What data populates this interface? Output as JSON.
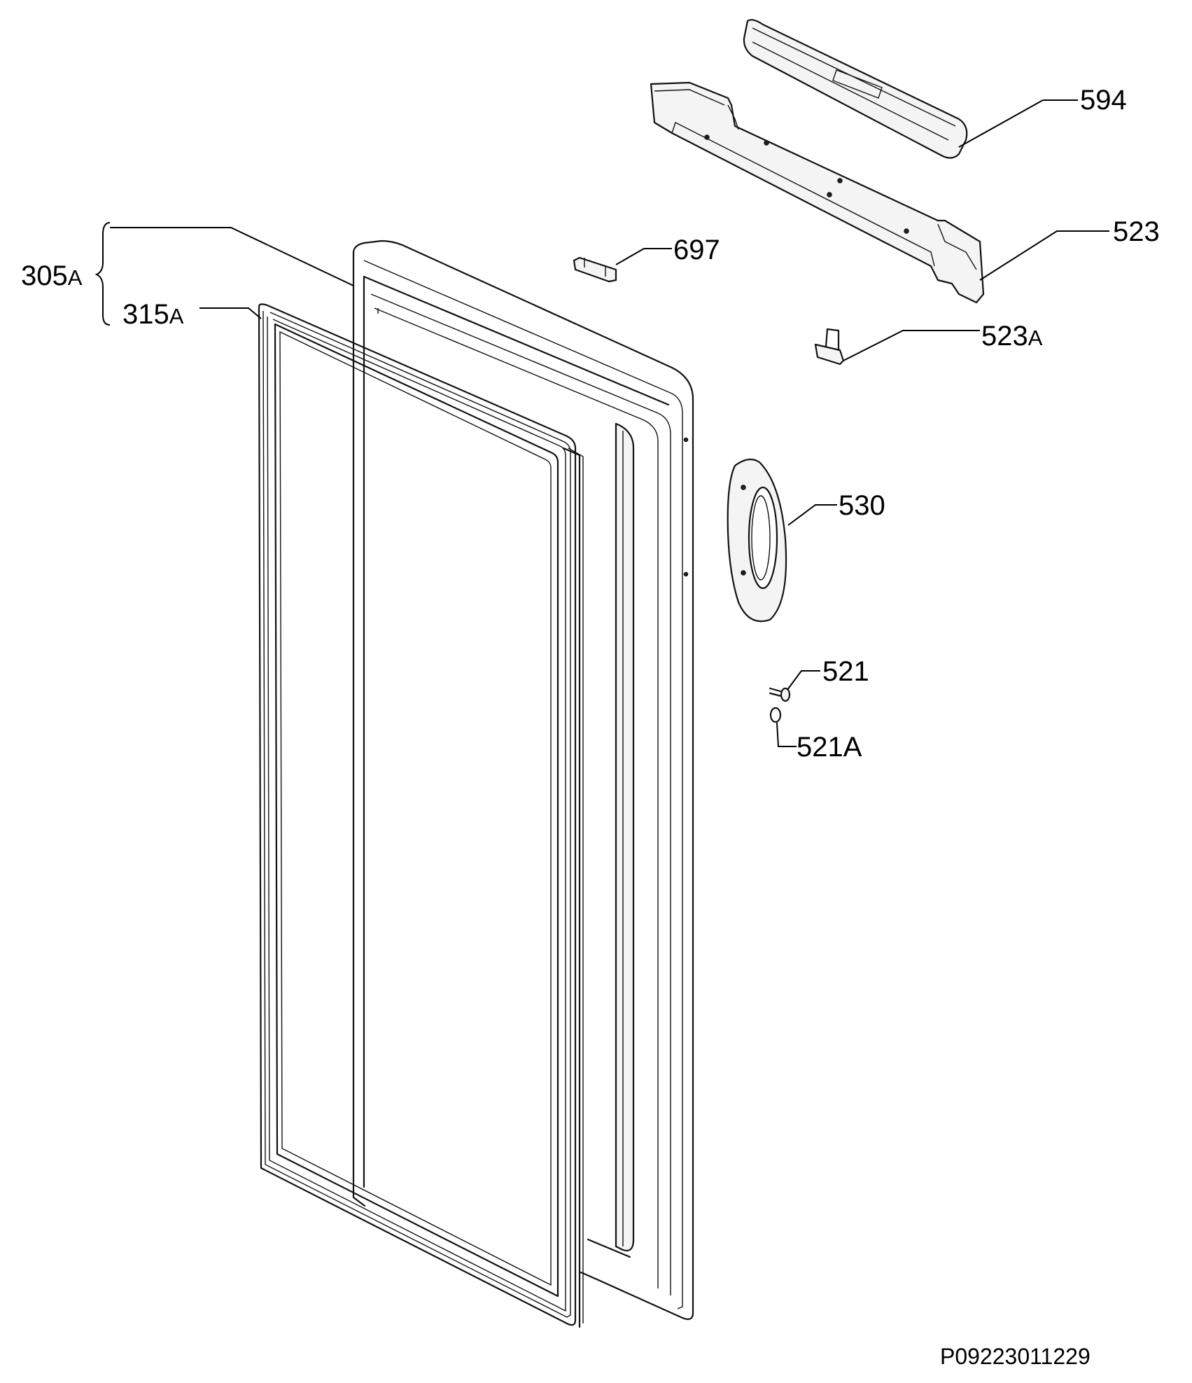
{
  "callouts": {
    "c594": "594",
    "c523": "523",
    "c697": "697",
    "c305": "305",
    "c305_sfx": "A",
    "c315": "315",
    "c315_sfx": "A",
    "c523a": "523",
    "c523a_sfx": "A",
    "c530": "530",
    "c521": "521",
    "c521a": "521A"
  },
  "reference_code": "P09223011229"
}
